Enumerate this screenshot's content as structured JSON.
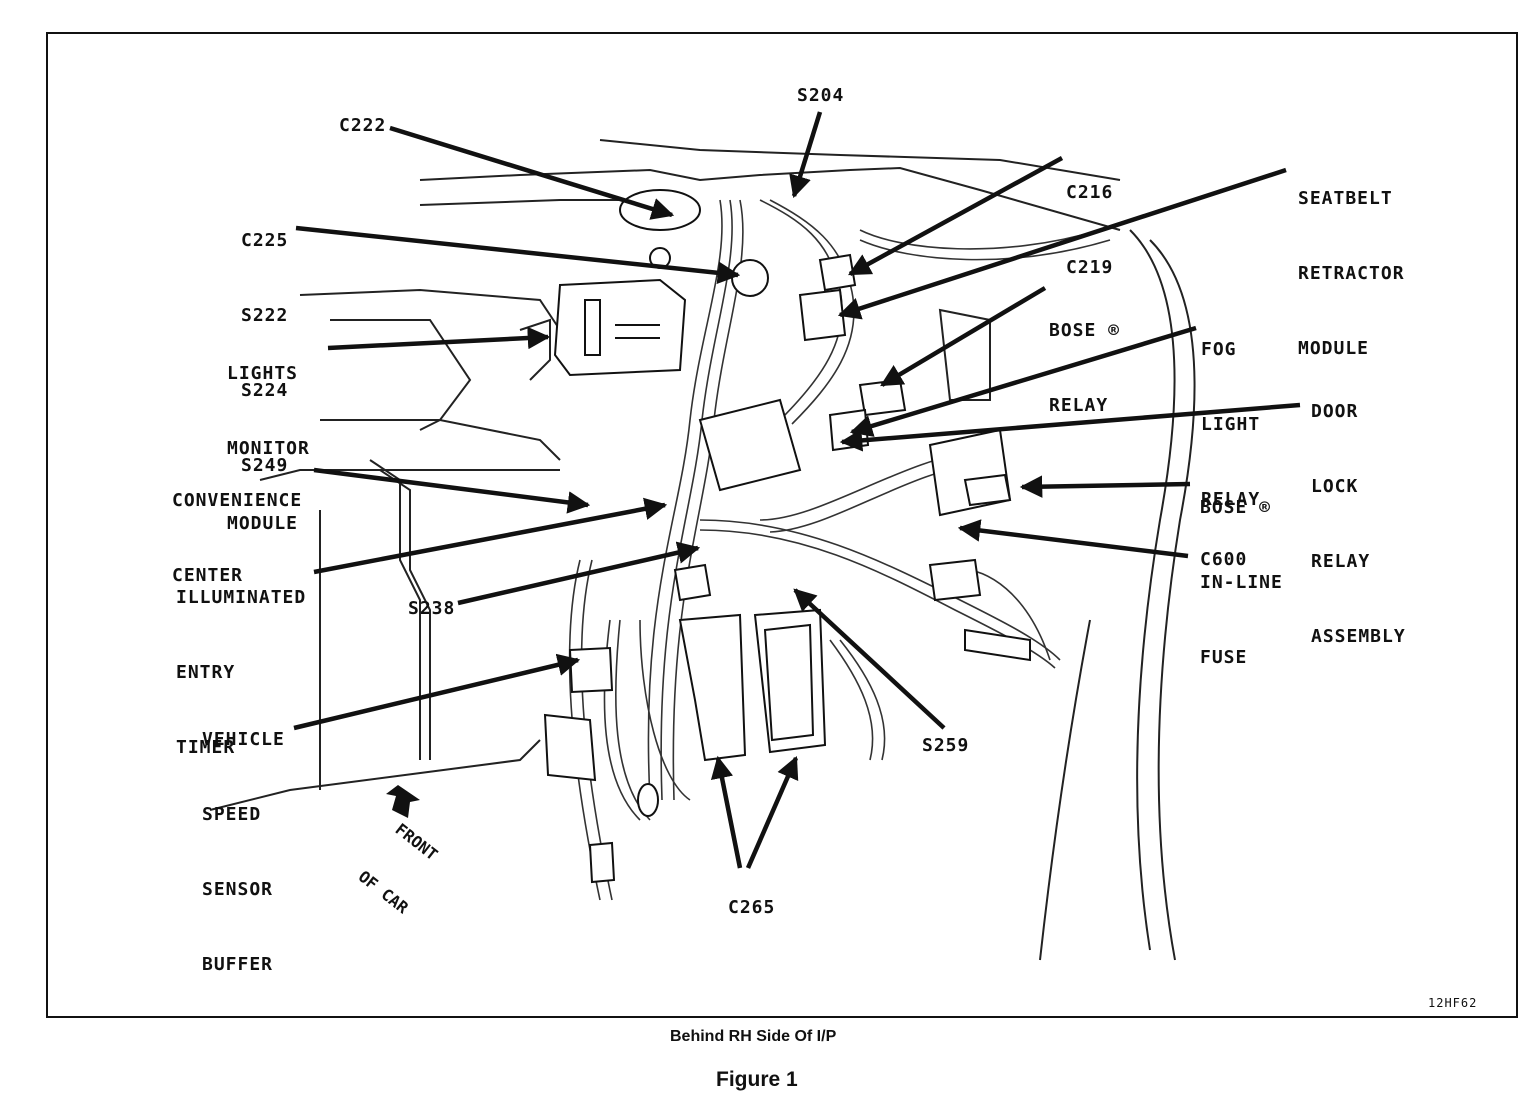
{
  "labels": {
    "c222": "C222",
    "s204": "S204",
    "c216_c219": [
      "C216",
      "C219"
    ],
    "seatbelt": [
      "SEATBELT",
      "RETRACTOR",
      "MODULE"
    ],
    "c225_group": [
      "C225",
      "S222",
      "S224",
      "S249"
    ],
    "bose_relay": [
      "BOSE ®",
      "RELAY"
    ],
    "fog_light_relay": [
      "FOG",
      "LIGHT",
      "RELAY"
    ],
    "lights_monitor": [
      "LIGHTS",
      "MONITOR",
      "MODULE"
    ],
    "door_lock": [
      "DOOR",
      "LOCK",
      "RELAY",
      "ASSEMBLY"
    ],
    "convenience_center": [
      "CONVENIENCE",
      "CENTER"
    ],
    "bose_fuse": [
      "BOSE ®",
      "IN-LINE",
      "FUSE"
    ],
    "illuminated_entry": [
      "ILLUMINATED",
      "ENTRY",
      "TIMER"
    ],
    "c600": "C600",
    "s238": "S238",
    "vehicle_speed": [
      "VEHICLE",
      "SPEED",
      "SENSOR",
      "BUFFER"
    ],
    "s259": "S259",
    "front_of_car": [
      "FRONT",
      "OF CAR"
    ],
    "c265": "C265"
  },
  "figure_id": "12HF62",
  "caption": "Behind RH Side Of I/P",
  "figure_title": "Figure 1"
}
